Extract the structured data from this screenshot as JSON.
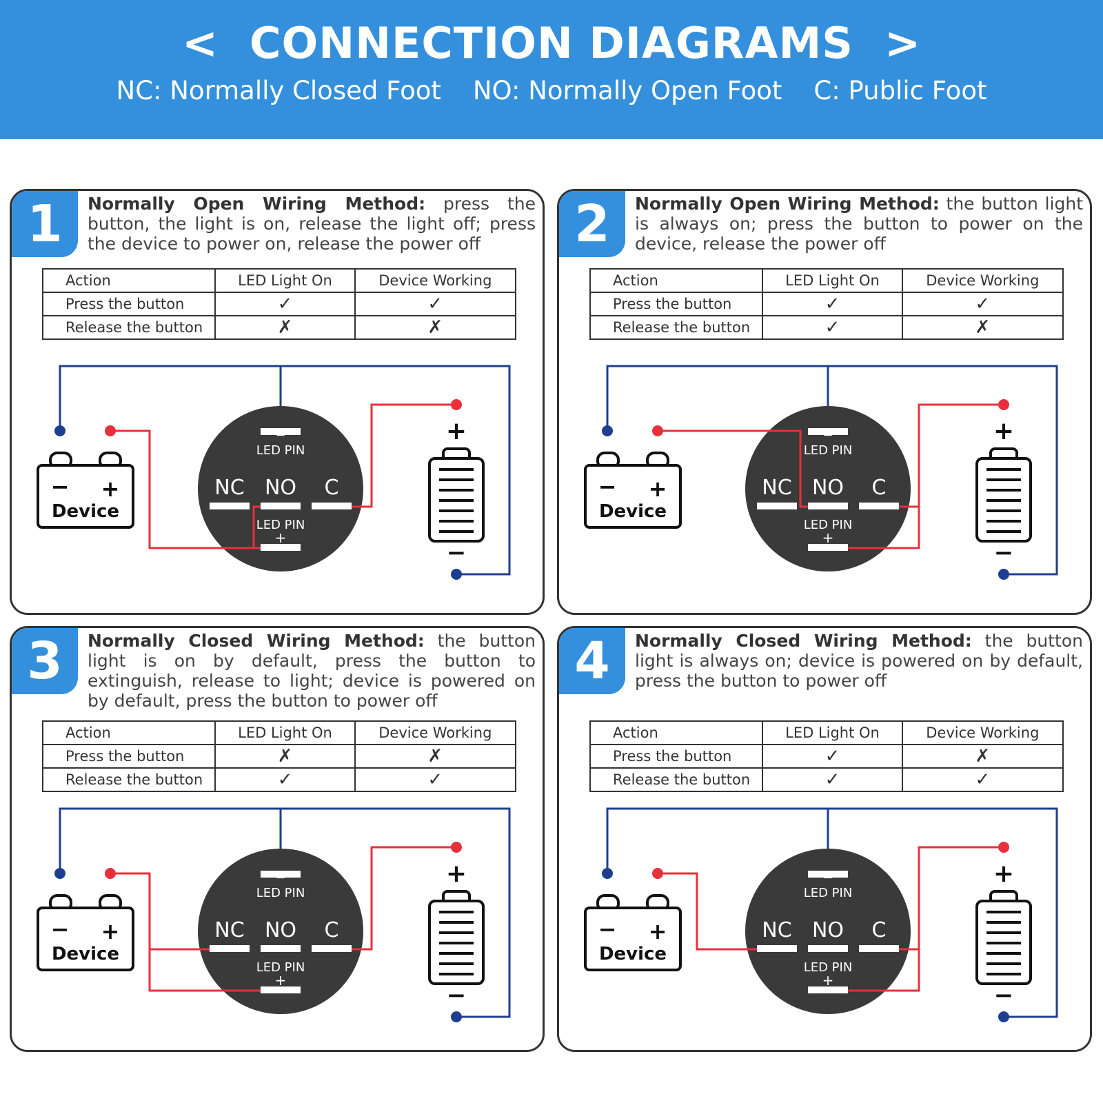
{
  "header": {
    "title": "<  CONNECTION DIAGRAMS  >",
    "legend": [
      "NC: Normally Closed Foot",
      "NO: Normally Open Foot",
      "C: Public Foot"
    ]
  },
  "table_headers": [
    "Action",
    "LED Light On",
    "Device Working"
  ],
  "row_labels": [
    "Press the button",
    "Release the button"
  ],
  "labels": {
    "led_pin": "LED PIN",
    "nc": "NC",
    "no": "NO",
    "c": "C",
    "device": "Device",
    "plus": "+",
    "minus": "−"
  },
  "panels": [
    {
      "number": "1",
      "method": "Normally Open Wiring Method:",
      "text": " press the button, the light is on, release the light off; press the device to power on, release the power off",
      "rows": [
        [
          "✓",
          "✓"
        ],
        [
          "✗",
          "✗"
        ]
      ]
    },
    {
      "number": "2",
      "method": "Normally Open Wiring Method:",
      "text": " the button light is always on; press the button to power on the device, release the power off",
      "rows": [
        [
          "✓",
          "✓"
        ],
        [
          "✓",
          "✗"
        ]
      ]
    },
    {
      "number": "3",
      "method": "Normally Closed Wiring Method:",
      "text": " the button light is on by default, press the button to extinguish, release to light; device is powered on by default, press the button to power off",
      "rows": [
        [
          "✗",
          "✗"
        ],
        [
          "✓",
          "✓"
        ]
      ]
    },
    {
      "number": "4",
      "method": "Normally Closed Wiring Method:",
      "text": " the button light is always on; device is powered on by default, press the button to power off",
      "rows": [
        [
          "✓",
          "✗"
        ],
        [
          "✓",
          "✓"
        ]
      ]
    }
  ],
  "colors": {
    "accent": "#3490dc",
    "negative_wire": "#1e3f8f",
    "positive_wire": "#e8303c",
    "switch_body": "#3a3a3a"
  }
}
